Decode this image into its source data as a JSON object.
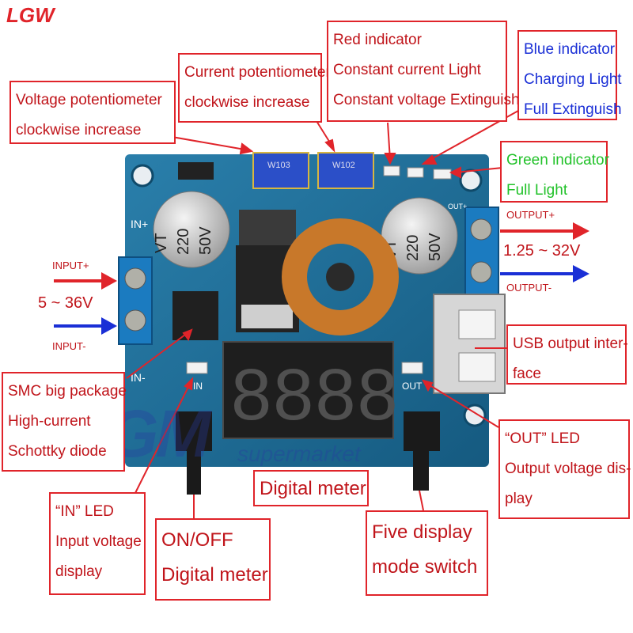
{
  "brand": "LGW",
  "watermark": {
    "big": "GM",
    "small": "supermarket"
  },
  "callouts": {
    "voltage_pot": {
      "lines": [
        "Voltage potentiometer",
        "clockwise increase"
      ]
    },
    "current_pot": {
      "lines": [
        "Current potentiometer",
        "clockwise increase"
      ]
    },
    "red_indicator": {
      "lines": [
        "Red indicator",
        "Constant current Light",
        "Constant voltage Extinguish"
      ]
    },
    "blue_indicator": {
      "lines": [
        "Blue indicator",
        "Charging Light",
        "Full Extinguish"
      ]
    },
    "green_indicator": {
      "lines": [
        "Green indicator",
        "Full Light"
      ]
    },
    "usb_output": {
      "lines": [
        "USB output inter-",
        "face"
      ]
    },
    "out_led": {
      "lines": [
        "“OUT”   LED",
        "Output voltage dis-",
        "play"
      ]
    },
    "smc_diode": {
      "lines": [
        "SMC big package",
        "High-current",
        "Schottky diode"
      ]
    },
    "in_led": {
      "lines": [
        "“IN”   LED",
        "Input voltage",
        "display"
      ]
    },
    "on_off": {
      "lines": [
        "ON/OFF",
        "Digital meter"
      ]
    },
    "digital_meter": {
      "lines": [
        "Digital meter"
      ]
    },
    "five_mode": {
      "lines": [
        "Five display",
        "mode switch"
      ]
    }
  },
  "labels": {
    "input_plus": "INPUT+",
    "input_range": "5 ~ 36V",
    "input_minus": "INPUT-",
    "output_plus": "OUTPUT+",
    "output_range": "1.25 ~ 32V",
    "output_minus": "OUTPUT-"
  },
  "board": {
    "in_plus": "IN+",
    "in_minus": "IN-",
    "in_led": "IN",
    "out_led": "OUT",
    "out_plus": "OUT+",
    "cap_text": [
      "VT",
      "220",
      "50V"
    ],
    "pot1": "W103",
    "pot2": "W102",
    "display": "8888"
  },
  "colors": {
    "red": "#e0242a",
    "blue": "#1a2fd6",
    "green": "#22c22a",
    "pcb": "#1e6c96"
  }
}
